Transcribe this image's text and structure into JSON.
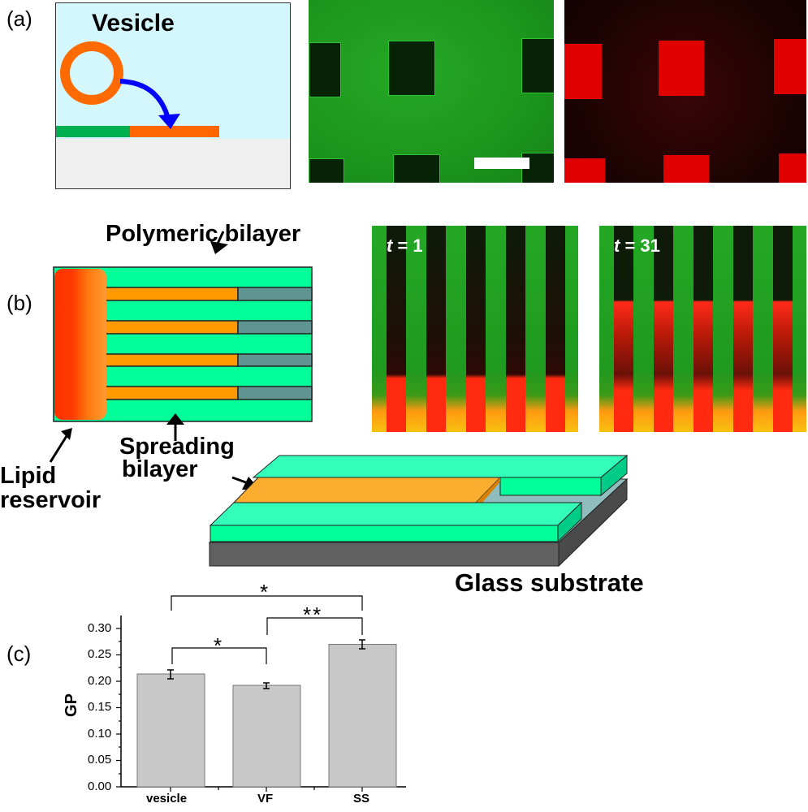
{
  "panels": {
    "a": {
      "label": "(a)",
      "schematic_title": "Vesicle",
      "micrographs": [
        {
          "name": "green-channel",
          "color": "#1e9a1e",
          "feature_color": "#062306",
          "scale_bar": true
        },
        {
          "name": "red-channel",
          "color": "#1a0404",
          "feature_color": "#e00000"
        }
      ]
    },
    "b": {
      "label": "(b)",
      "labels": {
        "polymeric": "Polymeric bilayer",
        "spreading_1": "Spreading",
        "spreading_2": "bilayer",
        "lipid_1": "Lipid",
        "lipid_2": "reservoir",
        "glass": "Glass substrate"
      },
      "timepoints": [
        {
          "label_t": "t",
          "label_rest": " = 1"
        },
        {
          "label_t": "t",
          "label_rest": " = 31"
        }
      ],
      "colors": {
        "polymer": "#00ff99",
        "spreading": "#ff9900",
        "bare": "#5f9490",
        "reservoir_start": "#ff3300",
        "reservoir_end": "#ff9a33",
        "glass": "#606060"
      }
    },
    "c": {
      "label": "(c)"
    }
  },
  "chart_data": {
    "type": "bar",
    "title": "",
    "xlabel": "",
    "ylabel": "GP",
    "categories": [
      "vesicle",
      "VF",
      "SS"
    ],
    "values": [
      0.214,
      0.192,
      0.27
    ],
    "errors": [
      0.007,
      0.004,
      0.008
    ],
    "ylim": [
      0.0,
      0.32
    ],
    "yticks": [
      "0.00",
      "0.05",
      "0.10",
      "0.15",
      "0.20",
      "0.25",
      "0.30"
    ],
    "bar_color": "#c8c8c8",
    "grid": false,
    "legend": null,
    "significance": [
      {
        "pair": [
          "vesicle",
          "VF"
        ],
        "label": "*"
      },
      {
        "pair": [
          "VF",
          "SS"
        ],
        "label": "**"
      },
      {
        "pair": [
          "vesicle",
          "SS"
        ],
        "label": "*"
      }
    ]
  }
}
